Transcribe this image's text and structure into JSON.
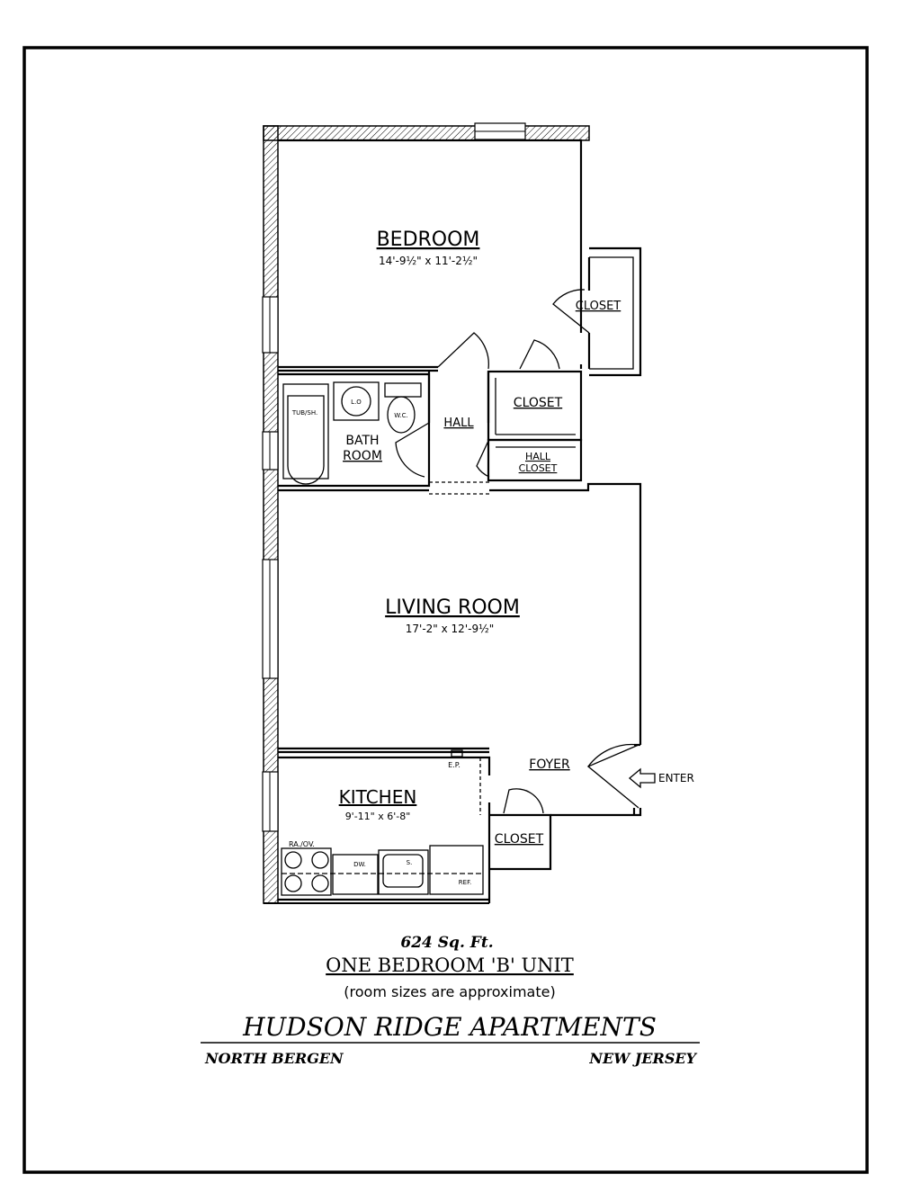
{
  "plan": {
    "rooms": {
      "bedroom": {
        "name": "BEDROOM",
        "size": "14'-9½\" x 11'-2½\""
      },
      "living": {
        "name": "LIVING ROOM",
        "size": "17'-2\" x 12'-9½\""
      },
      "kitchen": {
        "name": "KITCHEN",
        "size": "9'-11\" x 6'-8\""
      },
      "bath_line1": "BATH",
      "bath_line2": "ROOM",
      "hall": "HALL",
      "foyer": "FOYER",
      "closet_bedroom": "CLOSET",
      "closet_hall_upper": "CLOSET",
      "hall_closet_line1": "HALL",
      "hall_closet_line2": "CLOSET",
      "closet_foyer": "CLOSET"
    },
    "fixtures": {
      "tub": "TUB/SH.",
      "lav": "L.O",
      "wc": "W.C.",
      "ep": "E.P.",
      "range": "RA./OV.",
      "dw": "DW.",
      "sink": "S.",
      "ref": "REF."
    },
    "enter": "ENTER"
  },
  "footer": {
    "area": "624 Sq. Ft.",
    "unit": "ONE BEDROOM 'B' UNIT",
    "note": "(room sizes are approximate)",
    "complex": "HUDSON RIDGE APARTMENTS",
    "city": "NORTH BERGEN",
    "state": "NEW JERSEY"
  }
}
